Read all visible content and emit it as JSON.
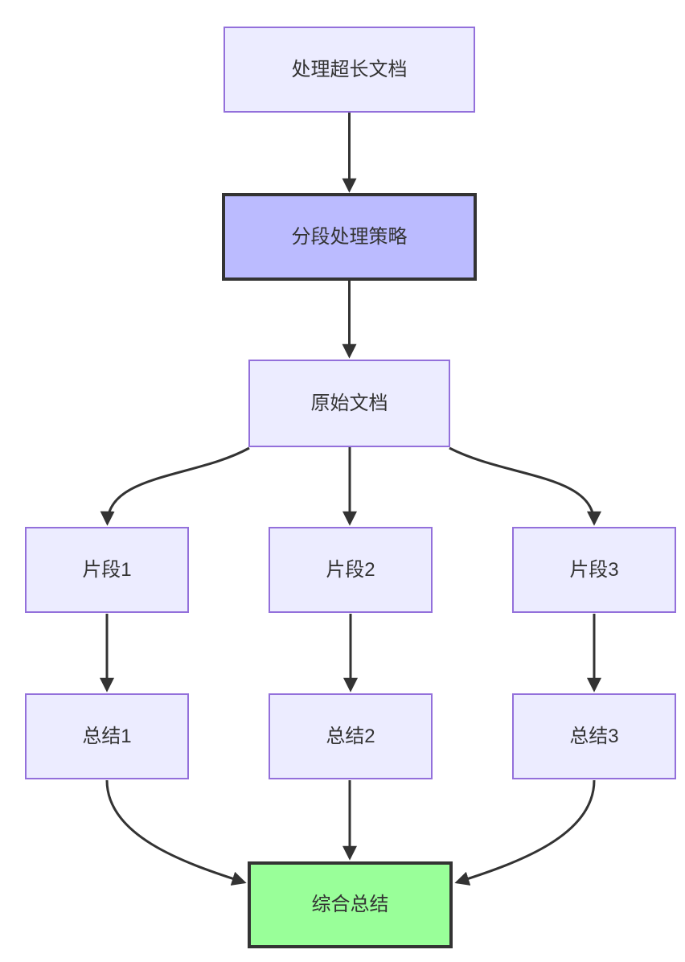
{
  "diagram": {
    "type": "flowchart-top-down",
    "nodes": {
      "process_long_doc": {
        "label": "处理超长文档",
        "style": "default"
      },
      "segment_strategy": {
        "label": "分段处理策略",
        "style": "emphasis"
      },
      "original_doc": {
        "label": "原始文档",
        "style": "default"
      },
      "fragment1": {
        "label": "片段1",
        "style": "default"
      },
      "fragment2": {
        "label": "片段2",
        "style": "default"
      },
      "fragment3": {
        "label": "片段3",
        "style": "default"
      },
      "summary1": {
        "label": "总结1",
        "style": "default"
      },
      "summary2": {
        "label": "总结2",
        "style": "default"
      },
      "summary3": {
        "label": "总结3",
        "style": "default"
      },
      "final_summary": {
        "label": "综合总结",
        "style": "result"
      }
    },
    "edges": [
      {
        "from": "process_long_doc",
        "to": "segment_strategy"
      },
      {
        "from": "segment_strategy",
        "to": "original_doc"
      },
      {
        "from": "original_doc",
        "to": "fragment1"
      },
      {
        "from": "original_doc",
        "to": "fragment2"
      },
      {
        "from": "original_doc",
        "to": "fragment3"
      },
      {
        "from": "fragment1",
        "to": "summary1"
      },
      {
        "from": "fragment2",
        "to": "summary2"
      },
      {
        "from": "fragment3",
        "to": "summary3"
      },
      {
        "from": "summary1",
        "to": "final_summary"
      },
      {
        "from": "summary2",
        "to": "final_summary"
      },
      {
        "from": "summary3",
        "to": "final_summary"
      }
    ],
    "colors": {
      "node_fill": "#ECECFF",
      "node_border": "#9370DB",
      "accent_fill": "#BBBBFF",
      "result_fill": "#99FF99",
      "dark_border": "#333333",
      "edge": "#333333",
      "text": "#333333",
      "background": "#FFFFFF"
    }
  }
}
